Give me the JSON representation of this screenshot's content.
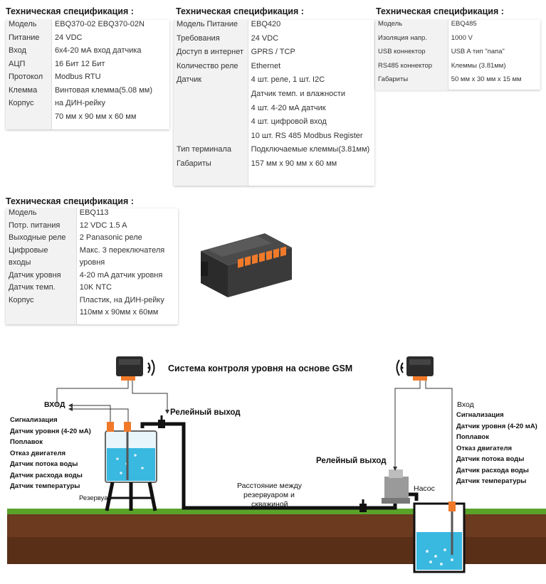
{
  "spec1": {
    "title": "Техническая спецификация :",
    "rows": [
      {
        "k": "Модель",
        "v": "EBQ370-02   EBQ370-02N"
      },
      {
        "k": "Питание",
        "v": "24 VDC"
      },
      {
        "k": "Вход",
        "v": "6x4-20 мА вход датчика"
      },
      {
        "k": "АЦП",
        "v": "16 Бит 12 Бит"
      },
      {
        "k": "Протокол",
        "v": "Modbus RTU"
      },
      {
        "k": "Клемма",
        "v": "Винтовая клемма(5.08 мм)"
      },
      {
        "k": "Корпус",
        "v": "на ДИН-рейку"
      },
      {
        "k": "",
        "v": "70 мм x 90 мм x 60 мм"
      }
    ]
  },
  "spec2": {
    "title": "Техническая спецификация :",
    "rows": [
      {
        "k": "Модель Питание",
        "v": "EBQ420"
      },
      {
        "k": "Требования",
        "v": "24 VDC"
      },
      {
        "k": "Доступ в интернет",
        "v": "GPRS / TCP"
      },
      {
        "k": "Количество реле",
        "v": "Ethernet"
      },
      {
        "k": "Датчик",
        "v": "4 шт. реле, 1 шт. I2C"
      },
      {
        "k": "",
        "v": "Датчик темп. и влажности"
      },
      {
        "k": "",
        "v": "4 шт. 4-20 мА датчик"
      },
      {
        "k": "",
        "v": "4 шт. цифровой вход"
      },
      {
        "k": "",
        "v": "10 шт. RS 485 Modbus Register"
      },
      {
        "k": "Тип терминала",
        "v": "Подключаемые клеммы(3.81мм)"
      },
      {
        "k": "Габариты",
        "v": "157 мм x 90 мм x 60 мм"
      }
    ]
  },
  "spec3": {
    "title": "Техническая спецификация :",
    "rows": [
      {
        "k": "Модель",
        "v": "EBQ485"
      },
      {
        "k": "Изоляция напр.",
        "v": "1000 V"
      },
      {
        "k": "USB коннектор",
        "v": "USB  A  тип \"папа\""
      },
      {
        "k": "RS485 коннектор",
        "v": "Клеммы (3.81мм)"
      },
      {
        "k": "Габариты",
        "v": "50 мм x 30 мм x 15 мм"
      }
    ]
  },
  "spec4": {
    "title": "Техническая спецификация :",
    "rows": [
      {
        "k": "Модель",
        "v": "EBQ113"
      },
      {
        "k": "Потр. питания",
        "v": "12 VDC 1.5 A"
      },
      {
        "k": "Выходные реле",
        "v": "2 Panasonic реле"
      },
      {
        "k": "Цифровые",
        "v": "Макс. 3 переключателя"
      },
      {
        "k": "входы",
        "v": "уровня"
      },
      {
        "k": "Датчик уровня",
        "v": "4-20 mA датчик уровня"
      },
      {
        "k": "Датчик темп.",
        "v": "10K NTC"
      },
      {
        "k": "Корпус",
        "v": "Пластик, на ДИН-рейку"
      },
      {
        "k": "",
        "v": "110мм x 90мм x 60мм"
      }
    ]
  },
  "diagram": {
    "title": "Система контроля уровня на основе GSM",
    "input_left": "ВХОД",
    "relay_out_left": "Релейный выход",
    "relay_out_right": "Релейный выход",
    "reservoir": "Резервуар",
    "distance": [
      "Расстояние между",
      "резервуаром и",
      "скважиной"
    ],
    "pump": "Насос",
    "input_right": "Вход",
    "left_list": [
      "Сигнализация",
      "Датчик уровня (4-20 мА)",
      "Поплавок",
      "Отказ двигателя",
      "Датчик потока воды",
      "Датчик расхода воды",
      "Датчик температуры"
    ],
    "right_list": [
      "Сигнализация",
      "Датчик уровня (4-20 мА)",
      "Поплавок",
      "Отказ двигателя",
      "Датчик потока воды",
      "Датчик расхода воды",
      "Датчик температуры"
    ]
  },
  "colors": {
    "water": "#39b8e0",
    "soil": "#6b3a1f",
    "grass": "#5aa32a",
    "pipe": "#111111"
  }
}
